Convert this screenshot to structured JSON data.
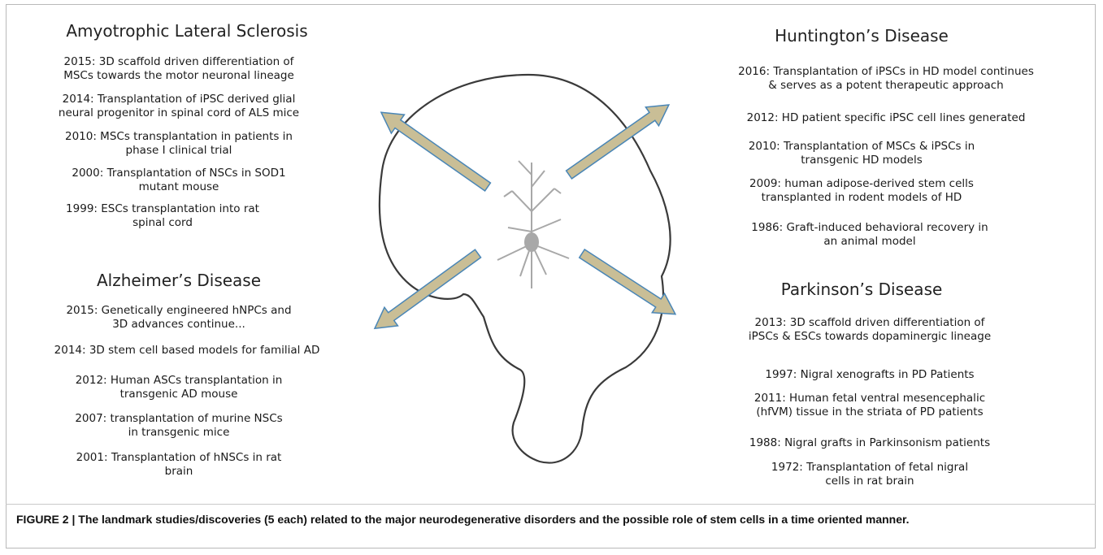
{
  "panels": {
    "als": {
      "title": "Amyotrophic Lateral Sclerosis",
      "entries": [
        "2015: 3D scaffold driven differentiation of\nMSCs towards the motor neuronal lineage",
        "2014: Transplantation of iPSC derived glial\nneural progenitor in spinal cord of ALS mice",
        "2010: MSCs transplantation in patients in\nphase I clinical trial",
        "2000: Transplantation of NSCs in SOD1\nmutant mouse",
        "1999: ESCs transplantation into rat\nspinal cord"
      ]
    },
    "ad": {
      "title": "Alzheimer’s Disease",
      "entries": [
        "2015: Genetically engineered hNPCs and\n3D advances continue...",
        "2014: 3D stem cell based models for familial AD",
        "2012: Human ASCs transplantation in\ntransgenic AD mouse",
        "2007: transplantation of murine NSCs\nin transgenic mice",
        "2001: Transplantation of hNSCs in rat\nbrain"
      ]
    },
    "hd": {
      "title": "Huntington’s Disease",
      "entries": [
        "2016: Transplantation of iPSCs in HD model continues\n& serves as a potent therapeutic approach",
        "2012: HD patient specific iPSC cell lines generated",
        "2010: Transplantation of MSCs & iPSCs in\ntransgenic HD models",
        "2009: human adipose-derived stem cells\ntransplanted in rodent models of HD",
        "1986:  Graft-induced behavioral recovery in\nan animal model"
      ]
    },
    "pd": {
      "title": "Parkinson’s Disease",
      "entries": [
        "2013: 3D scaffold driven differentiation of\niPSCs & ESCs towards dopaminergic lineage",
        "1997: Nigral xenografts in PD Patients",
        "2011: Human fetal ventral mesencephalic\n(hfVM) tissue in the striata of PD patients",
        "1988: Nigral grafts in Parkinsonism patients",
        "1972: Transplantation of fetal nigral\ncells in rat brain"
      ]
    }
  },
  "caption": "FIGURE 2 | The landmark studies/discoveries (5 each) related to the major neurodegenerative disorders and the possible role of stem cells in a time oriented manner.",
  "colors": {
    "arrow_fill": "#c9be96",
    "arrow_stroke": "#4a86b6",
    "brain_outline": "#3a3a3a",
    "neuron": "#a8a8a8"
  }
}
